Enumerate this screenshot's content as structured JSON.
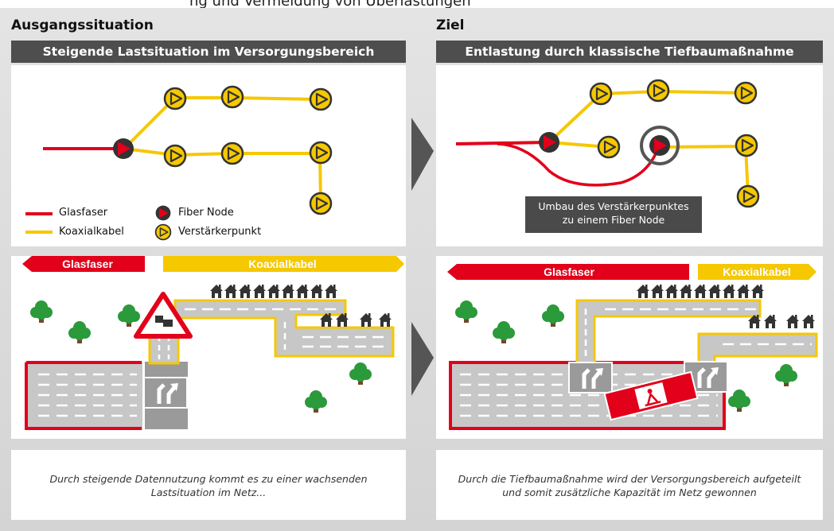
{
  "cut_title": "ng und Vermeidung von Überlastungen",
  "left": {
    "title": "Ausgangssituation",
    "banner": "Steigende Lastsituation im Versorgungsbereich",
    "legend": {
      "fiber": "Glasfaser",
      "coax": "Koaxialkabel",
      "node": "Fiber Node",
      "amp": "Verstärkerpunkt"
    },
    "street_labels": {
      "fiber": "Glasfaser",
      "coax": "Koaxialkabel"
    },
    "caption_line1": "Durch steigende Datennutzung kommt es zu einer wachsenden",
    "caption_line2": "Lastsituation im Netz..."
  },
  "right": {
    "title": "Ziel",
    "banner": "Entlastung durch klassische Tiefbaumaßnahme",
    "callout_line1": "Umbau des Verstärkerpunktes",
    "callout_line2": "zu einem Fiber Node",
    "street_labels": {
      "fiber": "Glasfaser",
      "coax": "Koaxialkabel"
    },
    "caption_line1": "Durch die Tiefbaumaßnahme wird der Versorgungsbereich aufgeteilt",
    "caption_line2": "und somit zusätzliche Kapazität im Netz gewonnen"
  },
  "colors": {
    "fiber": "#e2001a",
    "coax": "#f5c800",
    "node": "#333333",
    "banner": "#4e4e4e",
    "road": "#c7c7c7",
    "tree": "#2a9a3a"
  }
}
